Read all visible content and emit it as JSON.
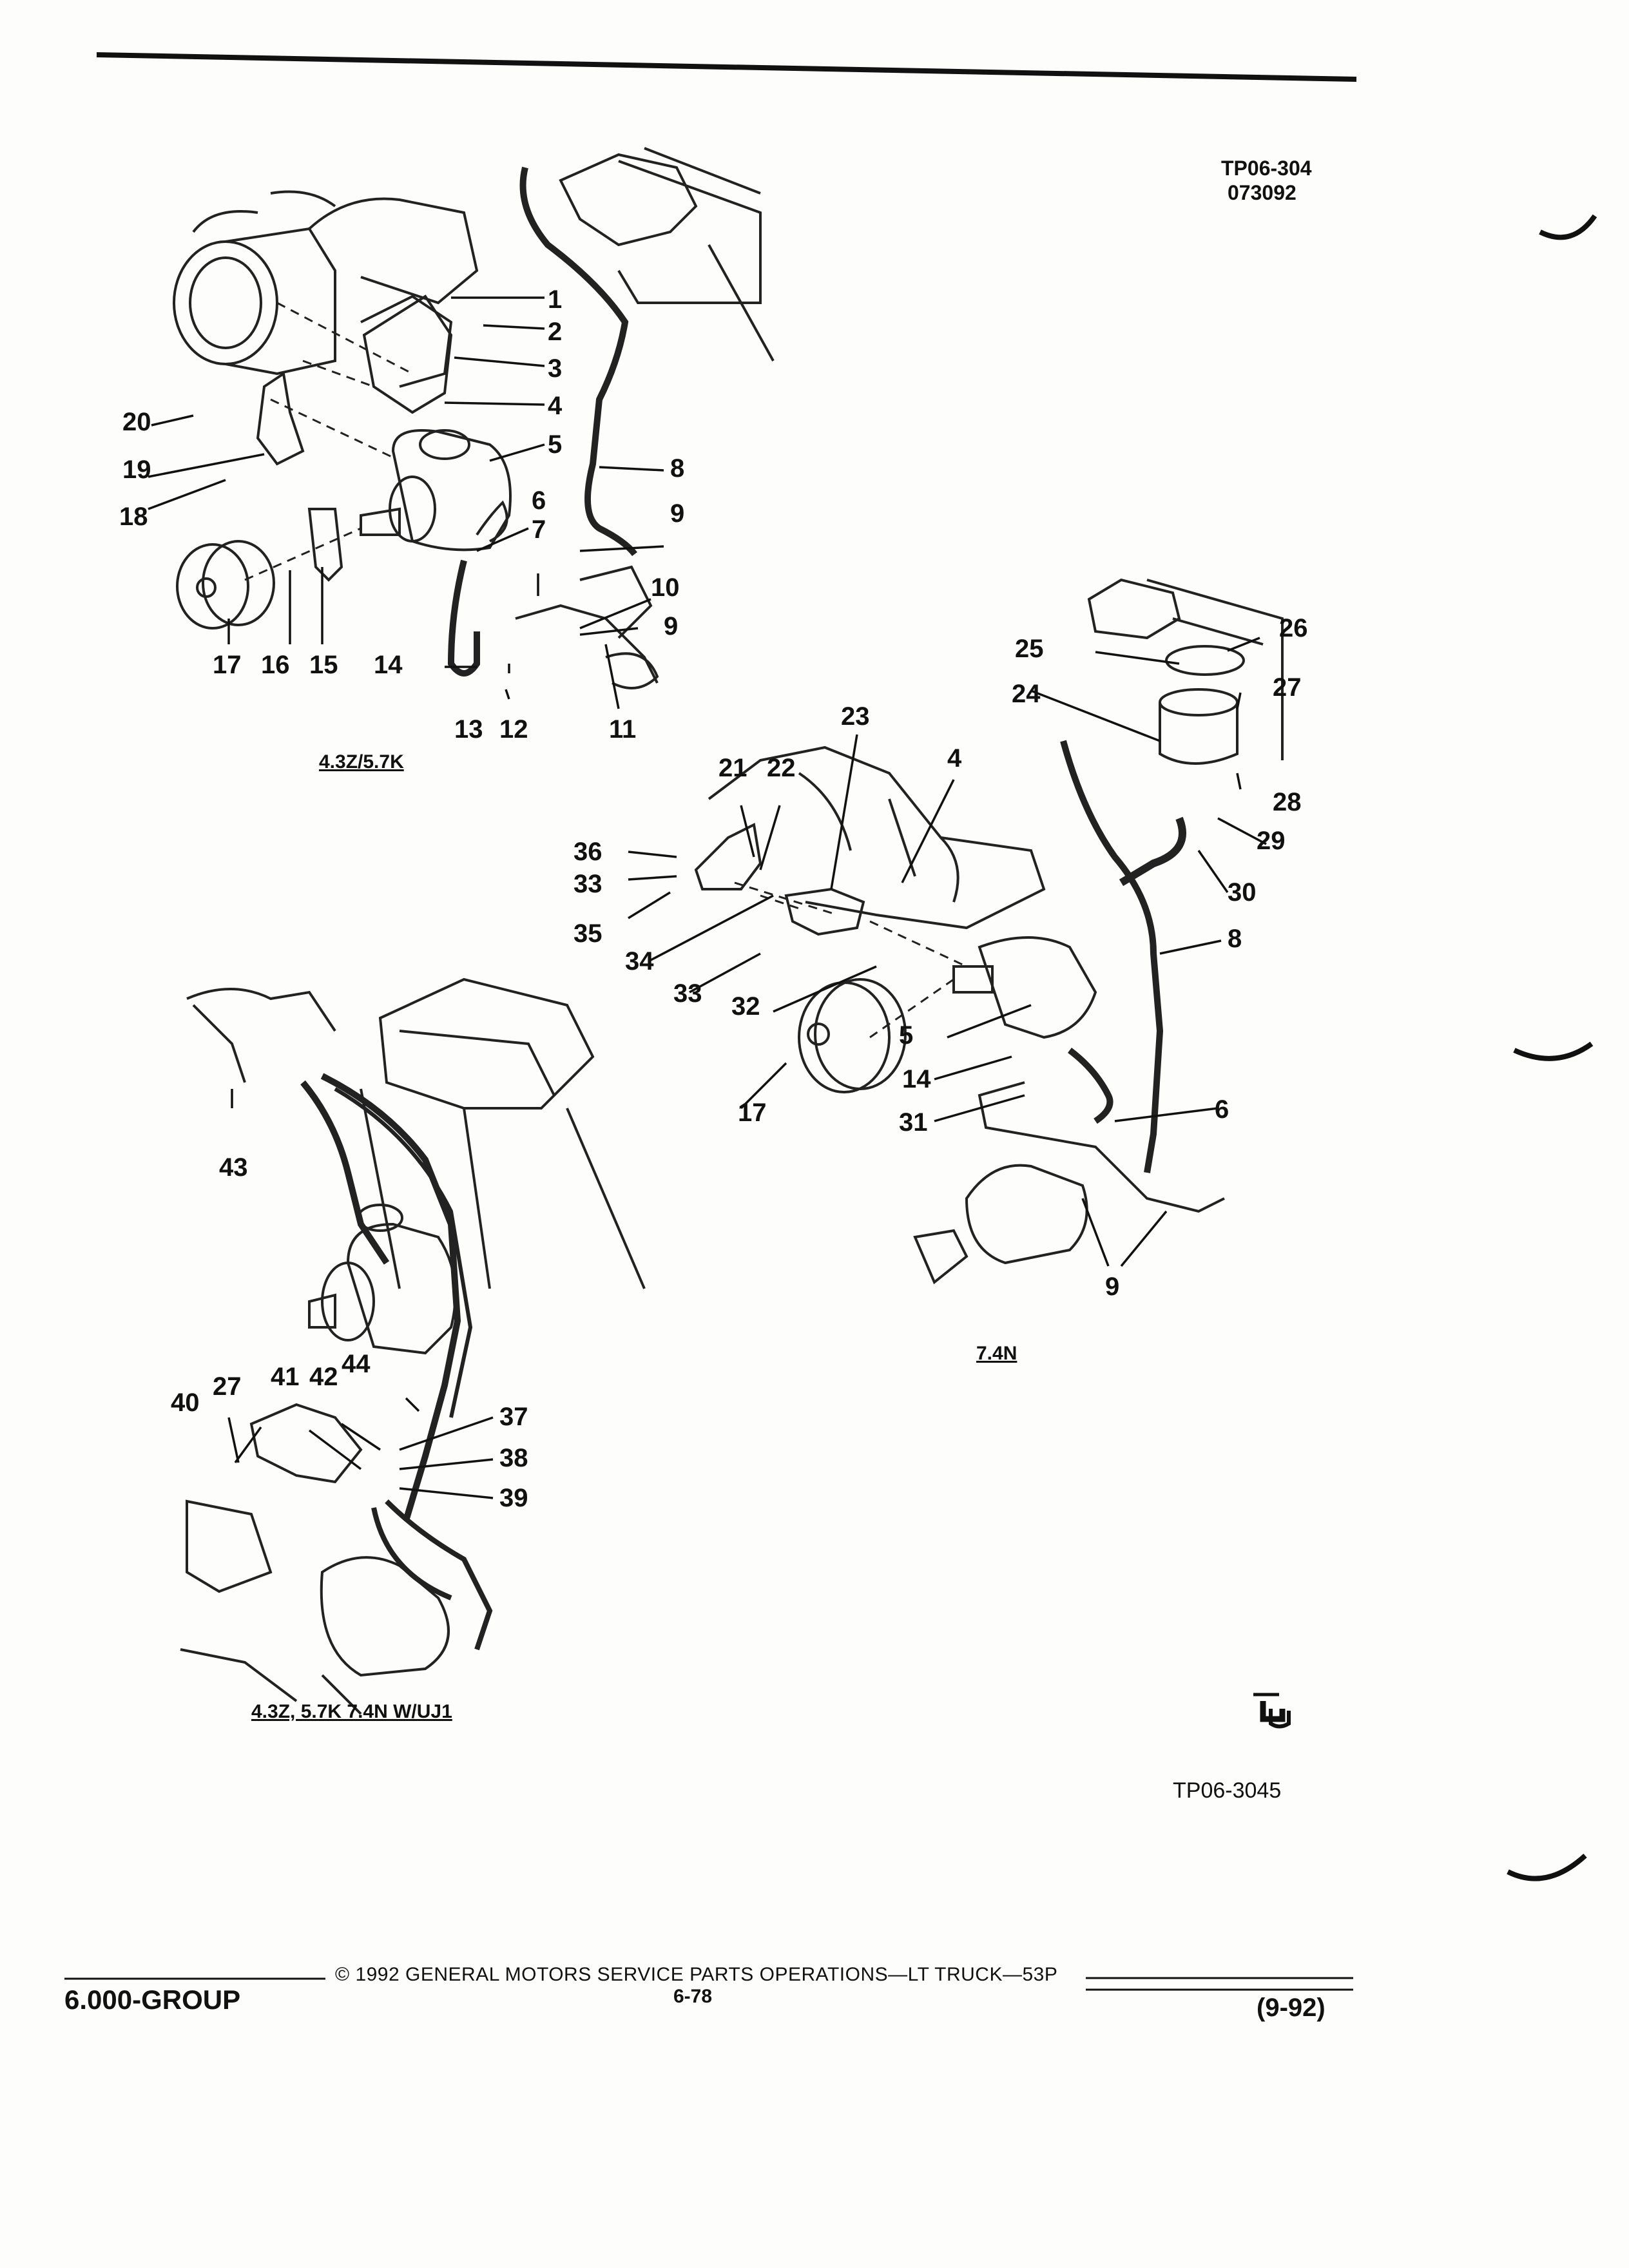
{
  "header": {
    "top_ref": "TP06-304",
    "top_date": "073092",
    "bottom_ref": "TP06-3045"
  },
  "diagrams": [
    {
      "caption": "4.3Z/5.7K",
      "callouts": [
        "1",
        "2",
        "3",
        "4",
        "5",
        "6",
        "7",
        "8",
        "9",
        "10",
        "9",
        "11",
        "12",
        "13",
        "14",
        "15",
        "16",
        "17",
        "18",
        "19",
        "20"
      ]
    },
    {
      "caption": "7.4N",
      "callouts": [
        "21",
        "22",
        "23",
        "4",
        "26",
        "25",
        "24",
        "27",
        "28",
        "29",
        "30",
        "8",
        "36",
        "33",
        "35",
        "34",
        "33",
        "32",
        "5",
        "17",
        "14",
        "31",
        "6",
        "9"
      ]
    },
    {
      "caption": "4.3Z, 5.7K 7.4N W/UJ1",
      "callouts": [
        "43",
        "44",
        "40",
        "27",
        "41",
        "42",
        "37",
        "38",
        "39"
      ]
    }
  ],
  "logo": "GM service parts logo",
  "footer": {
    "group": "6.000-GROUP",
    "copyright": "© 1992 GENERAL MOTORS SERVICE PARTS OPERATIONS—LT TRUCK—53P",
    "page": "6-78",
    "date": "(9-92)"
  }
}
